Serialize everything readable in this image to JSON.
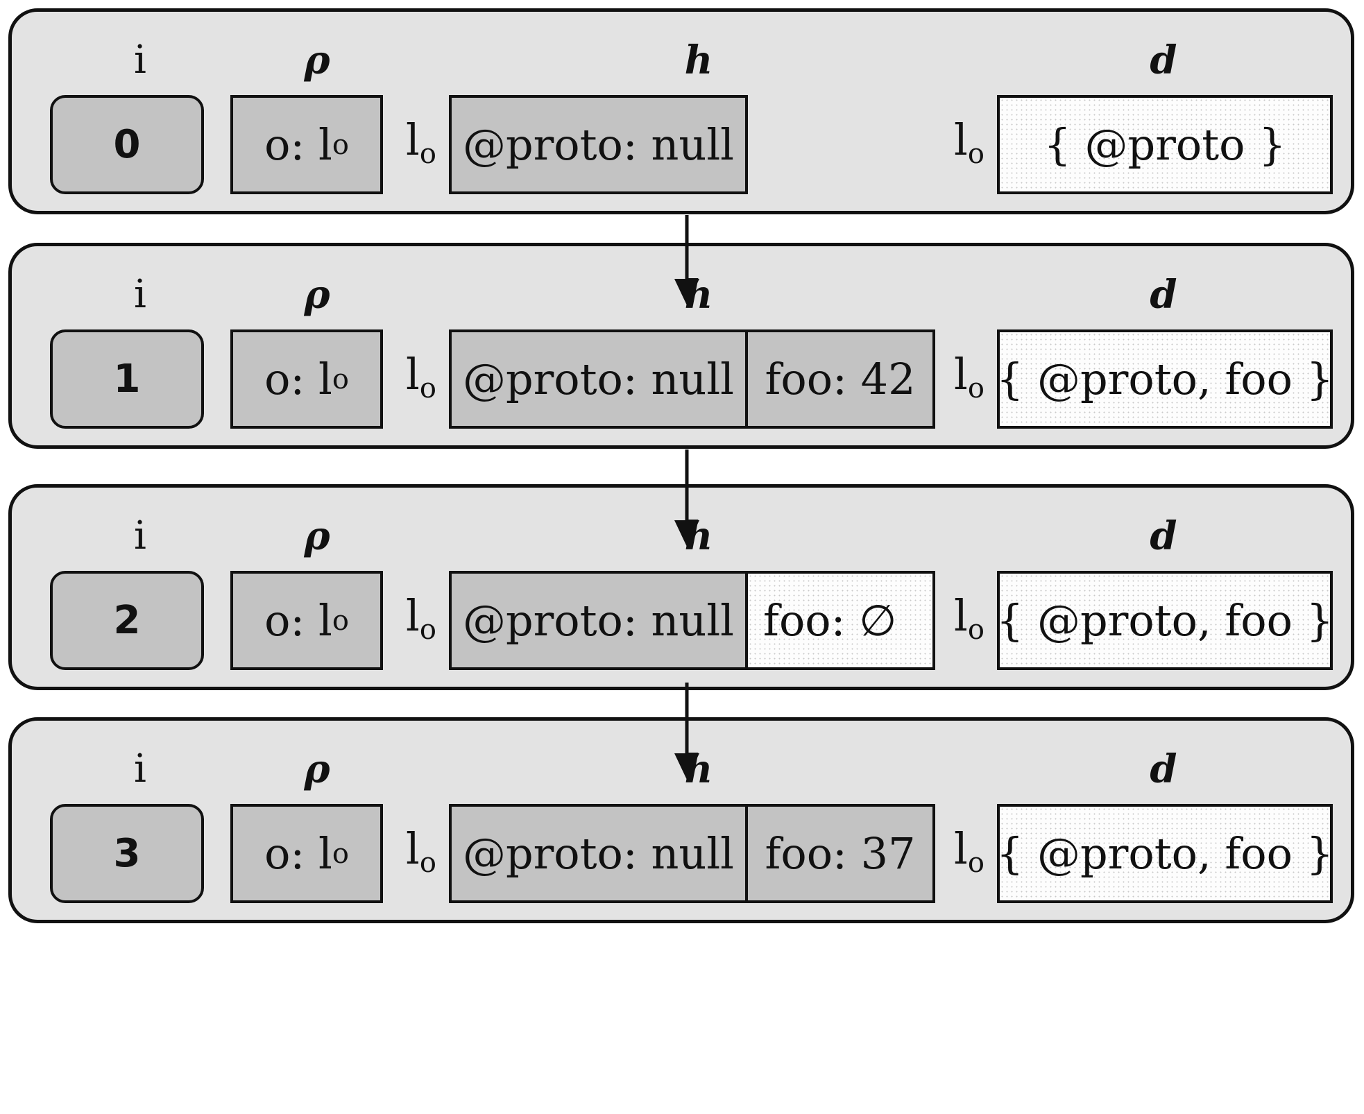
{
  "headers": {
    "i": "i",
    "rho": "ρ",
    "h": "h",
    "d": "d"
  },
  "loc_label": {
    "base": "l",
    "sub": "o"
  },
  "states": [
    {
      "index": "0",
      "env": {
        "var": "o: l",
        "sub": "o"
      },
      "heap_proto": "@proto: null",
      "heap_foo": null,
      "foo_style": null,
      "domain": "{ @proto }"
    },
    {
      "index": "1",
      "env": {
        "var": "o: l",
        "sub": "o"
      },
      "heap_proto": "@proto: null",
      "heap_foo": "foo: 42",
      "foo_style": "dark",
      "domain": "{ @proto, foo }"
    },
    {
      "index": "2",
      "env": {
        "var": "o: l",
        "sub": "o"
      },
      "heap_proto": "@proto: null",
      "heap_foo": "foo: ∅",
      "foo_style": "light",
      "domain": "{ @proto, foo }"
    },
    {
      "index": "3",
      "env": {
        "var": "o: l",
        "sub": "o"
      },
      "heap_proto": "@proto: null",
      "heap_foo": "foo: 37",
      "foo_style": "dark",
      "domain": "{ @proto, foo }"
    }
  ],
  "colors": {
    "panel": "#e3e3e3",
    "cell_dark": "#c3c3c3",
    "cell_light": "#fdfdfd",
    "stroke": "#111111"
  }
}
